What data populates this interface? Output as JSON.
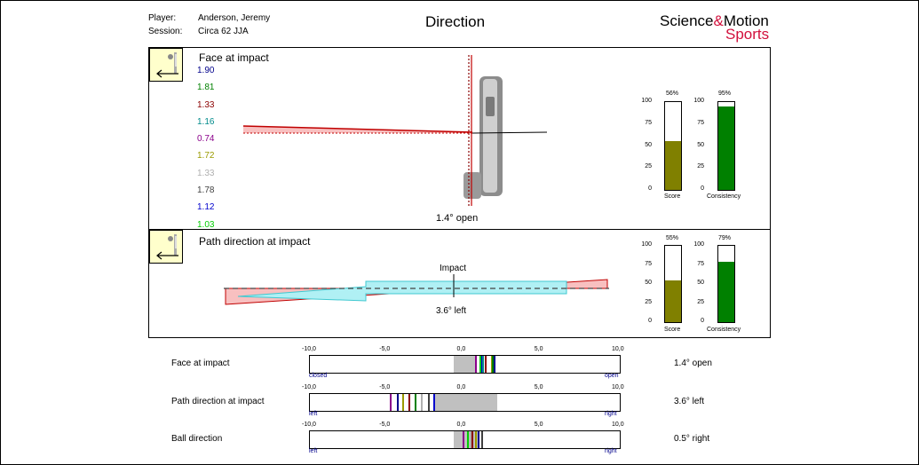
{
  "header": {
    "player_label": "Player:",
    "player_value": "Anderson, Jeremy",
    "session_label": "Session:",
    "session_value": "Circa 62 JJA",
    "title": "Direction",
    "brand_science": "Science",
    "brand_amp": "&",
    "brand_motion": "Motion",
    "brand_sports": "Sports"
  },
  "colors": {
    "brand_red": "#d2103c",
    "score_fill": "#808000",
    "consistency_fill": "#008000",
    "zone_gray": "#c0c0c0",
    "arrow_cyan": "#b0f0f4",
    "path_band": "#f8c0c0"
  },
  "face_panel": {
    "title": "Face at impact",
    "icon": "golfer-arrow-icon",
    "readout": "1.4° open",
    "values": [
      {
        "v": "1.90",
        "color": "#00008b"
      },
      {
        "v": "1.81",
        "color": "#008000"
      },
      {
        "v": "1.33",
        "color": "#8b0000"
      },
      {
        "v": "1.16",
        "color": "#008b8b"
      },
      {
        "v": "0.74",
        "color": "#8b008b"
      },
      {
        "v": "1.72",
        "color": "#9a9a00"
      },
      {
        "v": "1.33",
        "color": "#b0b0b0"
      },
      {
        "v": "1.78",
        "color": "#404040"
      },
      {
        "v": "1.12",
        "color": "#0000cd"
      },
      {
        "v": "1.03",
        "color": "#00cc00"
      }
    ],
    "score": {
      "pct_label": "56%",
      "pct": 56,
      "label": "Score"
    },
    "consistency": {
      "pct_label": "95%",
      "pct": 95,
      "label": "Consistency"
    }
  },
  "path_panel": {
    "title": "Path direction at impact",
    "icon": "golfer-arrow-icon",
    "impact_label": "Impact",
    "readout": "3.6° left",
    "score": {
      "pct_label": "55%",
      "pct": 55,
      "label": "Score"
    },
    "consistency": {
      "pct_label": "79%",
      "pct": 79,
      "label": "Consistency"
    }
  },
  "bar_ticks": [
    "100",
    "75",
    "50",
    "25",
    "0"
  ],
  "scales": {
    "ticks": [
      "-10,0",
      "-5,0",
      "0,0",
      "5,0",
      "10,0"
    ],
    "rows": [
      {
        "name": "Face at impact",
        "result": "1.4° open",
        "left_side": "closed",
        "right_side": "open",
        "zone": [
          -0.7,
          0.8
        ],
        "lines": [
          {
            "x": 0.74,
            "color": "#8b008b"
          },
          {
            "x": 1.03,
            "color": "#00cc00"
          },
          {
            "x": 1.12,
            "color": "#0000cd"
          },
          {
            "x": 1.16,
            "color": "#008b8b"
          },
          {
            "x": 1.33,
            "color": "#b0b0b0"
          },
          {
            "x": 1.33,
            "color": "#8b0000"
          },
          {
            "x": 1.72,
            "color": "#9a9a00"
          },
          {
            "x": 1.78,
            "color": "#404040"
          },
          {
            "x": 1.81,
            "color": "#008000"
          },
          {
            "x": 1.9,
            "color": "#00008b"
          }
        ]
      },
      {
        "name": "Path direction at impact",
        "result": "3.6° left",
        "left_side": "left",
        "right_side": "right",
        "zone": [
          -1.9,
          2.1
        ],
        "lines": [
          {
            "x": -4.8,
            "color": "#8b008b"
          },
          {
            "x": -4.3,
            "color": "#00008b"
          },
          {
            "x": -4.0,
            "color": "#9a9a00"
          },
          {
            "x": -3.6,
            "color": "#8b0000"
          },
          {
            "x": -3.2,
            "color": "#008000"
          },
          {
            "x": -2.8,
            "color": "#b0b0b0"
          },
          {
            "x": -2.3,
            "color": "#404040"
          },
          {
            "x": -2.0,
            "color": "#0000cd"
          }
        ]
      },
      {
        "name": "Ball direction",
        "result": "0.5° right",
        "left_side": "left",
        "right_side": "right",
        "zone": [
          -0.7,
          0.9
        ],
        "lines": [
          {
            "x": -0.1,
            "color": "#8b008b"
          },
          {
            "x": 0.2,
            "color": "#00cc00"
          },
          {
            "x": 0.4,
            "color": "#b0b0b0"
          },
          {
            "x": 0.5,
            "color": "#8b0000"
          },
          {
            "x": 0.7,
            "color": "#9a9a00"
          },
          {
            "x": 0.9,
            "color": "#00008b"
          },
          {
            "x": 1.1,
            "color": "#404040"
          }
        ]
      }
    ]
  }
}
